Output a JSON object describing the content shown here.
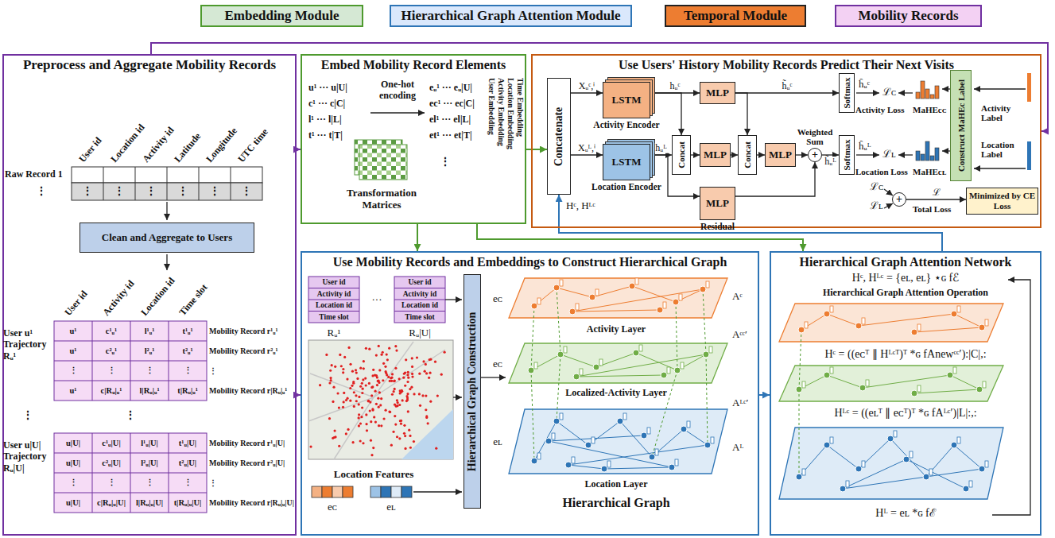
{
  "diagram": {
    "nodes": [
      {
        "text": [
          "Preprocess and Aggregate Mobility Records"
        ]
      },
      {
        "text": [
          "Clean and Aggregate to Users"
        ],
        "in": 0
      },
      {
        "text": [
          "Embed Mobility Record Elements"
        ]
      },
      {
        "text": [
          "Use Users' History Mobility Records Predict Their Next Visits"
        ]
      },
      {
        "text": [
          "Concatenate"
        ],
        "in": 3
      },
      {
        "text": [
          "LSTM",
          "Activity Encoder"
        ],
        "in": 3
      },
      {
        "text": [
          "LSTM",
          "Location Encoder"
        ],
        "in": 3
      },
      {
        "text": [
          "MLP"
        ],
        "in": 3
      },
      {
        "text": [
          "Concat"
        ],
        "in": 3
      },
      {
        "text": [
          "MLP"
        ],
        "in": 3
      },
      {
        "text": [
          "Concat"
        ],
        "in": 3
      },
      {
        "text": [
          "MLP"
        ],
        "in": 3
      },
      {
        "text": [
          "MLP",
          "Residual"
        ],
        "in": 3
      },
      {
        "text": [
          "Softmax"
        ],
        "in": 3
      },
      {
        "text": [
          "Softmax"
        ],
        "in": 3
      },
      {
        "text": [
          "Construct MaHEc Label"
        ],
        "in": 3
      },
      {
        "text": [
          "Minimized by CE Loss"
        ],
        "in": 3
      },
      {
        "text": [
          "+",
          "Weighted Sum"
        ],
        "in": 3
      },
      {
        "text": [
          "+"
        ],
        "in": 3
      },
      {
        "text": [
          "Use Mobility Records and Embeddings to Construct Hierarchical Graph"
        ]
      },
      {
        "text": [
          "Hierarchical Graph Construction"
        ],
        "in": 19
      },
      {
        "text": [
          "Hierarchical Graph Attention Network"
        ]
      }
    ],
    "edges": [
      {
        "from": 0,
        "to": 2,
        "arrow": "to"
      },
      {
        "from": 0,
        "to": 19,
        "arrow": "to"
      },
      {
        "from": 0,
        "to": 3,
        "arrow": "to"
      },
      {
        "from": 2,
        "to": 4,
        "arrow": "to"
      },
      {
        "from": 2,
        "to": 19,
        "arrow": "to"
      },
      {
        "from": 2,
        "to": 21,
        "arrow": "to"
      },
      {
        "from": 19,
        "to": 21,
        "arrow": "to"
      },
      {
        "from": 21,
        "to": 4,
        "arrow": "to"
      },
      {
        "from": 4,
        "to": 5,
        "arrow": "to",
        "label": "Xᵤᶜ,ⁱ"
      },
      {
        "from": 4,
        "to": 6,
        "arrow": "to",
        "label": "Xᵤᴸ,ⁱ"
      },
      {
        "from": 5,
        "to": 7,
        "arrow": "to",
        "label": "hᵤᶜ"
      },
      {
        "from": 5,
        "to": 8,
        "arrow": "to"
      },
      {
        "from": 6,
        "to": 8,
        "arrow": "to",
        "label": "hᵤᴸ"
      },
      {
        "from": 6,
        "to": 12,
        "arrow": "to"
      },
      {
        "from": 7,
        "to": 13,
        "arrow": "to",
        "label": "h̃ᵤᶜ"
      },
      {
        "from": 7,
        "to": 10,
        "arrow": "to"
      },
      {
        "from": 8,
        "to": 9,
        "arrow": "to"
      },
      {
        "from": 9,
        "to": 10,
        "arrow": "to"
      },
      {
        "from": 10,
        "to": 11,
        "arrow": "to"
      },
      {
        "from": 11,
        "to": 17,
        "arrow": "to"
      },
      {
        "from": 12,
        "to": 17,
        "arrow": "to"
      },
      {
        "from": 17,
        "to": 14,
        "arrow": "to",
        "label": "h̃ᵤᴸ"
      },
      {
        "from": 18,
        "to": 16,
        "arrow": "to",
        "label": "ℒ"
      }
    ],
    "labels": [
      "User id",
      "Location id",
      "Activity id",
      "Latitude",
      "Longitude",
      "UTC time",
      "Raw Record 1",
      "⋮",
      "⋮",
      "⋮",
      "⋮",
      "⋮",
      "⋮",
      "⋮",
      "User id",
      "Activity id",
      "Location id",
      "Time slot",
      "User u¹ Trajectory Rᵤ¹",
      "u¹",
      "c¹ᵤ¹",
      "l¹ᵤ¹",
      "t¹ᵤ¹",
      "u¹",
      "c²ᵤ¹",
      "l²ᵤ¹",
      "t²ᵤ¹",
      "⋮",
      "⋮",
      "⋮",
      "⋮",
      "u¹",
      "c|Rᵤ|ᵤ¹",
      "l|Rᵤ|ᵤ¹",
      "t|Rᵤ|ᵤ¹",
      "Mobility Record r¹ᵤ¹",
      "Mobility Record r²ᵤ¹",
      "⋮",
      "Mobility Record r|Rᵤ|ᵤ¹",
      "⋮",
      "⋮",
      "User u|U| Trajectory Rᵤ|U|",
      "u|U|",
      "c¹ᵤ|U|",
      "l¹ᵤ|U|",
      "t¹ᵤ|U|",
      "u|U|",
      "c²ᵤ|U|",
      "l²ᵤ|U|",
      "t²ᵤ|U|",
      "⋮",
      "⋮",
      "⋮",
      "⋮",
      "u|U|",
      "c|Rᵤ|ᵤ|U|",
      "l|Rᵤ|ᵤ|U|",
      "t|Rᵤ|ᵤ|U|",
      "Mobility Record r¹ᵤ|U|",
      "Mobility Record r²ᵤ|U|",
      "⋮",
      "Mobility Record r|Rᵤ|ᵤ|U|",
      "u¹ ··· u|U|",
      "c¹ ··· c|C|",
      "l¹ ··· l|L|",
      "t¹ ··· t|T|",
      "One-hot encoding",
      "eᵤ¹ ··· eᵤ|U|",
      "ec¹ ··· ec|C|",
      "el¹ ··· el|L|",
      "et¹ ··· et|T|",
      "User Embedding",
      "Activity Embedding",
      "Location Embedding",
      "Time Embedding",
      "⋮",
      "Transformation Matrices",
      "ĥᵤᶜ",
      "ℒᴄ",
      "Activity Loss",
      "MaHEcᴄ",
      "Activity Label",
      "ĥᵤᴸ",
      "ℒʟ",
      "Location Loss",
      "MaHEcʟ",
      "Location Label",
      "ℒᴄ",
      "ℒʟ",
      "Total Loss",
      "Hᶜ, Hᴸᶜ",
      "User id",
      "Activity id",
      "Location id",
      "Time slot",
      "Rᵤ¹",
      "···",
      "User id",
      "Activity id",
      "Location id",
      "Time slot",
      "Rᵤ|U|",
      "Location Features",
      "eᴄ",
      "eʟ",
      "Activity Layer",
      "Localized-Activity Layer",
      "Location Layer",
      "Hierarchical Graph",
      "eᴄ",
      "eᴄ",
      "eʟ",
      "Aᶜ",
      "Aᶜᶜ′",
      "Aᴸᶜ′",
      "Aᴸ",
      "Hᶜ, Hᴸᶜ = {eʟ, eʟ} ⋆ɢ fℰ",
      "Hierarchical Graph Attention Operation",
      "Hᶜ = ((eᴄᵀ ∥ Hᴸᶜᵀ)ᵀ *ɢ fAnewᶜᶜ′):|C|,:",
      "Hᴸᶜ = ((eʟᵀ ∥ eᴄᵀ)ᵀ *ɢ fAᴸᶜ′)|L|:,:",
      "Hᴸ = eʟ *ɢ fℰ"
    ],
    "legend": [
      {
        "text": "Embedding Module",
        "color": "#d5e8d4"
      },
      {
        "text": "Hierarchical Graph Attention Module",
        "color": "#dae8fc"
      },
      {
        "text": "Temporal Module",
        "color": "#ed7d31"
      },
      {
        "text": "Mobility Records",
        "color": "#f3d1f3"
      }
    ]
  }
}
